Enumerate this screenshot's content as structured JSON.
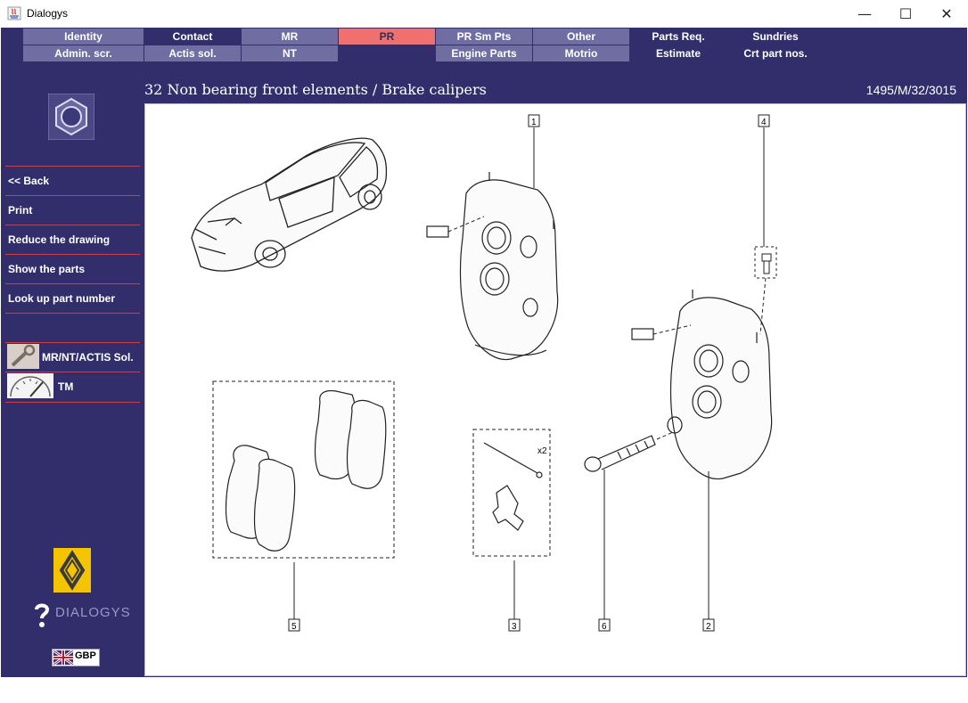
{
  "window": {
    "title": "Dialogys",
    "controls": {
      "minimize": "—",
      "maximize": "☐",
      "close": "✕"
    }
  },
  "tabs": {
    "row1": [
      {
        "label": "Identity",
        "style": "light"
      },
      {
        "label": "Contact",
        "style": "dark"
      },
      {
        "label": "MR",
        "style": "light"
      },
      {
        "label": "PR",
        "style": "active"
      },
      {
        "label": "PR Sm Pts",
        "style": "light"
      },
      {
        "label": "Other",
        "style": "light"
      },
      {
        "label": "Parts Req.",
        "style": "dark"
      },
      {
        "label": "Sundries",
        "style": "dark"
      }
    ],
    "row2": [
      {
        "label": "Admin. scr.",
        "style": "light"
      },
      {
        "label": "Actis sol.",
        "style": "light"
      },
      {
        "label": "NT",
        "style": "light"
      },
      {
        "label": "",
        "style": "dark"
      },
      {
        "label": "Engine Parts",
        "style": "light"
      },
      {
        "label": "Motrio",
        "style": "light"
      },
      {
        "label": "Estimate",
        "style": "dark"
      },
      {
        "label": "Crt part nos.",
        "style": "dark"
      }
    ]
  },
  "sidebar": {
    "menu": [
      {
        "label": "<< Back"
      },
      {
        "label": "Print"
      },
      {
        "label": "Reduce the drawing"
      },
      {
        "label": "Show the parts"
      },
      {
        "label": "Look up part number"
      }
    ],
    "tools": [
      {
        "label": "MR/NT/ACTIS Sol.",
        "icon": "wrench-icon"
      },
      {
        "label": "TM",
        "icon": "gauge-icon"
      }
    ],
    "brand": "DIALOGYS",
    "currency": "GBP"
  },
  "page": {
    "title": "32 Non bearing front elements / Brake calipers",
    "reference": "1495/M/32/3015"
  },
  "drawing": {
    "callouts": [
      "1",
      "4",
      "5",
      "3",
      "6",
      "2"
    ],
    "multiplier": "x2"
  },
  "colors": {
    "app_background": "#312e6b",
    "tab_light": "#6f6da2",
    "tab_active": "#f07070",
    "separator": "#d13c44",
    "renault_yellow": "#f5c400"
  }
}
